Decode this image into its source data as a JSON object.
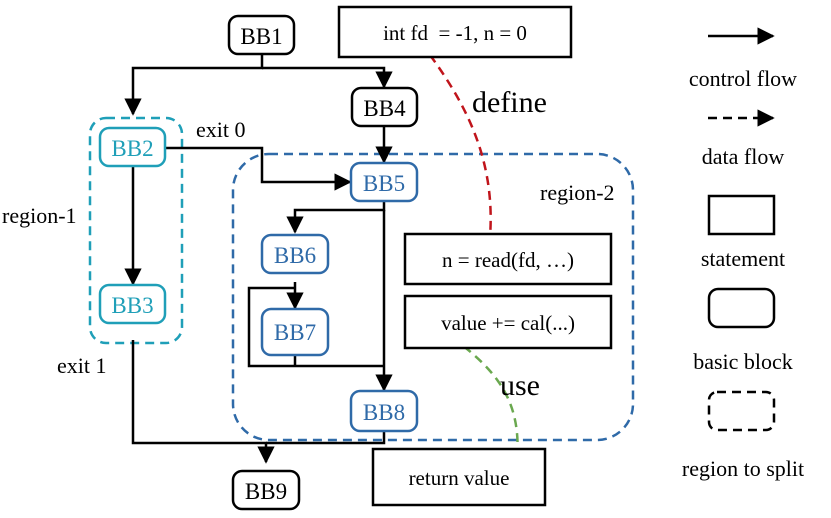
{
  "colors": {
    "black": "#000000",
    "region1": "#1f9fb8",
    "region2": "#2f6aa8",
    "define_arrow": "#c0141b",
    "use_arrow": "#6aa84f"
  },
  "blocks": {
    "bb1": "BB1",
    "bb2": "BB2",
    "bb3": "BB3",
    "bb4": "BB4",
    "bb5": "BB5",
    "bb6": "BB6",
    "bb7": "BB7",
    "bb8": "BB8",
    "bb9": "BB9"
  },
  "statements": {
    "init": "int fd  = -1, n = 0",
    "read": "n = read(fd, …)",
    "cal": "value += cal(...)",
    "ret": "return value"
  },
  "labels": {
    "region1": "region-1",
    "region2": "region-2",
    "exit0": "exit 0",
    "exit1": "exit 1",
    "define": "define",
    "use": "use"
  },
  "legend": {
    "control_flow": "control flow",
    "data_flow": "data flow",
    "statement": "statement",
    "basic_block": "basic block",
    "region_to_split": "region to split"
  }
}
